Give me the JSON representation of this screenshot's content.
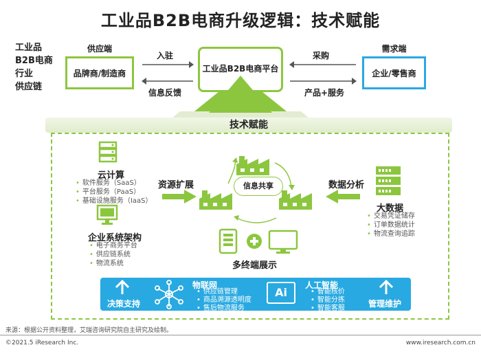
{
  "title": "工业品B2B电商升级逻辑：技术赋能",
  "side_label": [
    "工业品",
    "B2B电商",
    "行业",
    "供应链"
  ],
  "supply": {
    "header": "供应端",
    "box": "品牌商/制造商"
  },
  "demand": {
    "header": "需求端",
    "box": "企业/零售商"
  },
  "platform": "工业品B2B电商平台",
  "arrows": {
    "enter": "入驻",
    "feedback": "信息反馈",
    "purchase": "采购",
    "product_service": "产品+服务"
  },
  "tech_title": "技术赋能",
  "cloud": {
    "title": "云计算",
    "items": [
      "软件服务（SaaS）",
      "平台服务（PaaS）",
      "基础设施服务（IaaS）"
    ]
  },
  "enterprise": {
    "title": "企业系统架构",
    "items": [
      "电子商务平台",
      "供应链系统",
      "物流系统"
    ]
  },
  "resource_expand": "资源扩展",
  "info_share": "信息共享",
  "data_analysis": "数据分析",
  "big_data": {
    "title": "大数据",
    "items": [
      "交易凭证储存",
      "订单数据统计",
      "物流查询追踪"
    ]
  },
  "multi_terminal": "多终端展示",
  "bottom": {
    "decision": "决策支持",
    "iot": {
      "title": "物联网",
      "items": [
        "供应链管理",
        "商品溯源透明度",
        "售后物流服务"
      ]
    },
    "ai_badge": "Ai",
    "ai": {
      "title": "人工智能",
      "items": [
        "智能核价",
        "智能分拣",
        "智能客服"
      ]
    },
    "maintenance": "管理维护"
  },
  "source": "来源：根据公开资料整理，艾瑞咨询研究院自主研究及绘制。",
  "footer_left": "©2021.5 iResearch Inc.",
  "footer_right": "www.iresearch.com.cn",
  "colors": {
    "green": "#8cc63f",
    "blue": "#29a9e1"
  }
}
